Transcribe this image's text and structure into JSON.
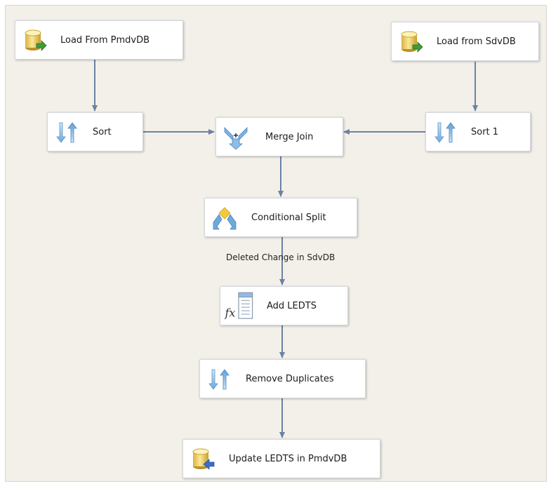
{
  "nodes": {
    "load_pmdv": {
      "label": "Load From PmdvDB",
      "icon": "database-source-icon"
    },
    "load_sdv": {
      "label": "Load from SdvDB",
      "icon": "database-source-icon"
    },
    "sort": {
      "label": "Sort",
      "icon": "sort-icon"
    },
    "merge_join": {
      "label": "Merge Join",
      "icon": "merge-join-icon"
    },
    "sort1": {
      "label": "Sort 1",
      "icon": "sort-icon"
    },
    "cond_split": {
      "label": "Conditional Split",
      "icon": "conditional-split-icon"
    },
    "add_ledts": {
      "label": "Add LEDTS",
      "icon": "derived-column-icon"
    },
    "remove_dups": {
      "label": "Remove Duplicates",
      "icon": "sort-icon"
    },
    "update_ledts": {
      "label": "Update LEDTS in PmdvDB",
      "icon": "database-destination-icon"
    }
  },
  "edges": {
    "split_output_label": "Deleted Change in SdvDB"
  },
  "colors": {
    "canvas": "#f3f0e9",
    "arrow": "#6b82a5",
    "db": "#e8c85a",
    "sort": "#7eb2df"
  }
}
